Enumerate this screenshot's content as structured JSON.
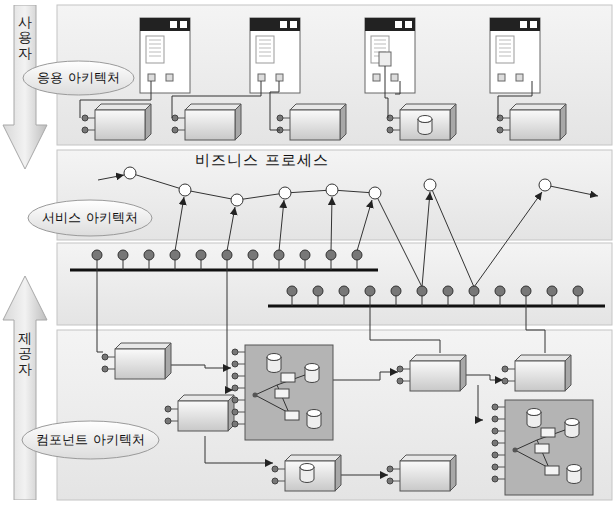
{
  "diagram": {
    "nodes": [
      {
        "text": [
          "사용자"
        ]
      },
      {
        "text": [
          "응용 아키텍처"
        ]
      },
      {
        "text": [
          "서비스 아키텍처"
        ]
      },
      {
        "text": [
          "제공자"
        ]
      },
      {
        "text": [
          "컴포넌트 아키텍처"
        ]
      }
    ],
    "labels": [
      "비즈니스 프로세스"
    ]
  }
}
